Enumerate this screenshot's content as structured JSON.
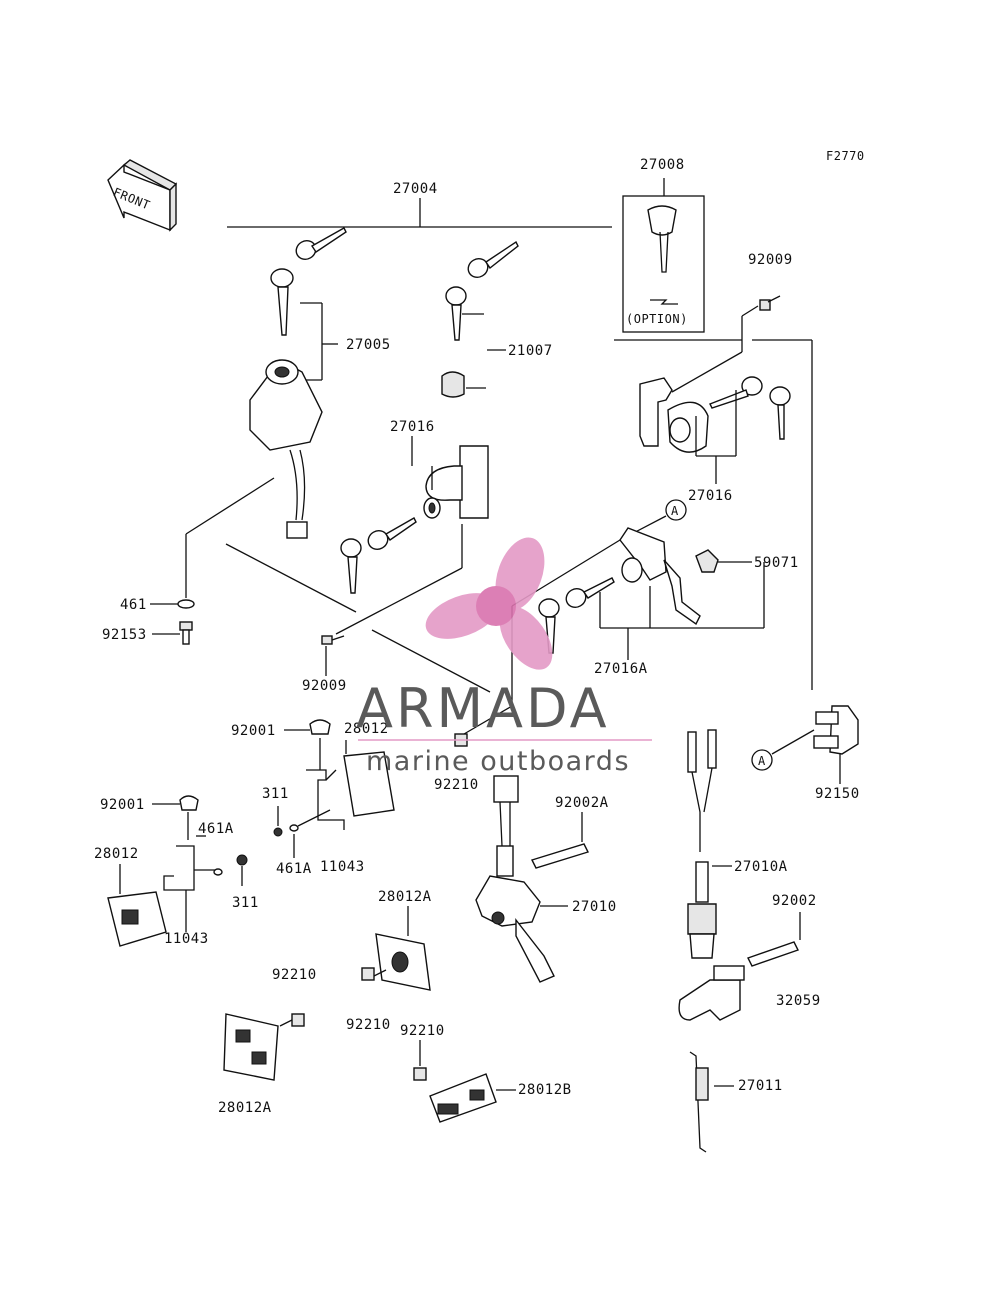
{
  "figure_code": "F2770",
  "front_label": "FRONT",
  "option_label": "(OPTION)",
  "watermark": {
    "name": "ARMADA",
    "tagline": "marine outboards",
    "logo_color": "#e49ac6",
    "text_color": "#5a5a5a"
  },
  "callout_a": "A",
  "parts": {
    "p27004": "27004",
    "p27008": "27008",
    "p92009_top": "92009",
    "p27005": "27005",
    "p21007": "21007",
    "p27016_center": "27016",
    "p27016_right": "27016",
    "p59071": "59071",
    "p27016A": "27016A",
    "p461": "461",
    "p92153": "92153",
    "p92009_mid": "92009",
    "p92001_mid": "92001",
    "p28012_mid": "28012",
    "p92210_mid": "92210",
    "p92002A": "92002A",
    "p92150": "92150",
    "p311_mid": "311",
    "p461A_mid": "461A",
    "p11043_mid": "11043",
    "p92001_left": "92001",
    "p461A_left": "461A",
    "p28012_left": "28012",
    "p311_left": "311",
    "p11043_left": "11043",
    "p27010A": "27010A",
    "p92002": "92002",
    "p27010": "27010",
    "p28012A_mid": "28012A",
    "p92210_left": "92210",
    "p32059": "32059",
    "p92210_low1": "92210",
    "p92210_low2": "92210",
    "p28012A_low": "28012A",
    "p28012B": "28012B",
    "p27011": "27011"
  }
}
